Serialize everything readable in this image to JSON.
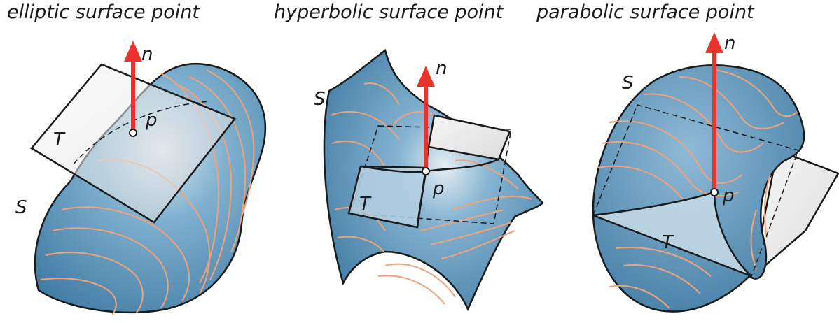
{
  "colors": {
    "surface": "#5a93b8",
    "surface_dark": "#3f7aa2",
    "contour": "#f0a27a",
    "normal_arrow": "#e8342c",
    "plane": "#f2f2f2",
    "outline": "#1a1a1a"
  },
  "panels": [
    {
      "title": "elliptic surface point",
      "label_normal": "n",
      "label_point": "p",
      "label_plane": "T",
      "label_surface": "S"
    },
    {
      "title": "hyperbolic surface point",
      "label_normal": "n",
      "label_point": "p",
      "label_plane": "T",
      "label_surface": "S"
    },
    {
      "title": "parabolic surface point",
      "label_normal": "n",
      "label_point": "p",
      "label_plane": "T",
      "label_surface": "S"
    }
  ]
}
